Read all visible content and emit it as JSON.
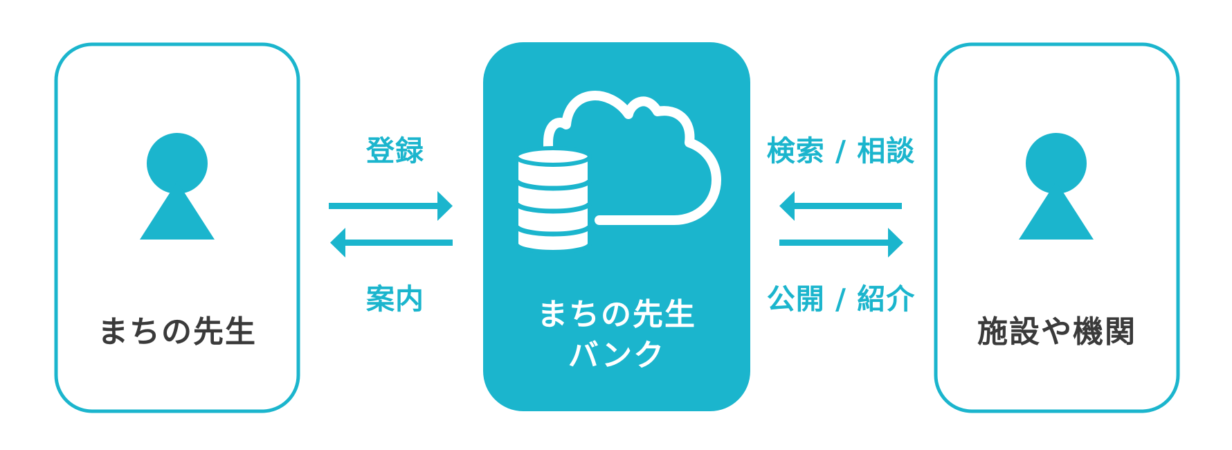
{
  "colors": {
    "accent": "#1bb5cd",
    "text_dark": "#3a3a3a",
    "text_light": "#ffffff",
    "background": "#ffffff"
  },
  "left_box": {
    "label": "まちの先生",
    "icon": "person-icon"
  },
  "center_box": {
    "label_line1": "まちの先生",
    "label_line2": "バンク",
    "icon": "database-cloud-icon"
  },
  "right_box": {
    "label": "施設や機関",
    "icon": "person-icon"
  },
  "left_arrows": {
    "top_label": "登録",
    "bottom_label": "案内"
  },
  "right_arrows": {
    "top_label": "検索 / 相談",
    "bottom_label": "公開 / 紹介"
  }
}
